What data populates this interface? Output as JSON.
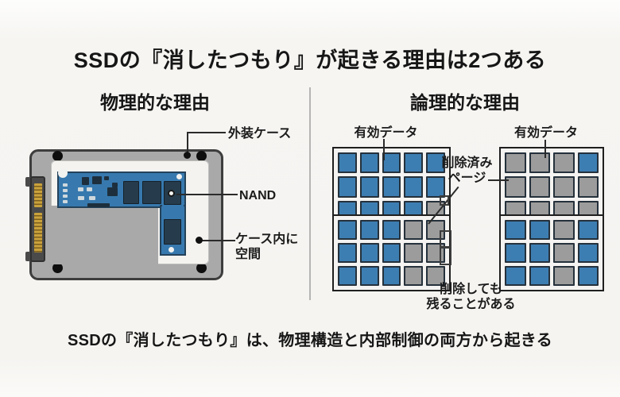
{
  "title": "SSDの『消したつもり』が起きる理由は2つある",
  "conclusion": "SSDの『消したつもり』は、物理構造と内部制御の両方から起きる",
  "physical": {
    "heading": "物理的な理由",
    "labels": {
      "outer_case": "外装ケース",
      "nand": "NAND",
      "space_line1": "ケース内に",
      "space_line2": "空間"
    }
  },
  "logical": {
    "heading": "論理的な理由",
    "labels": {
      "valid_left": "有効データ",
      "valid_right": "有効データ",
      "deleted_line1": "削除済み",
      "deleted_line2": "ページ",
      "remain_line1": "削除しても",
      "remain_line2": "残ることがある"
    },
    "legend": {
      "valid_color": "#3d7eb2",
      "deleted_color": "#9c9c9c"
    },
    "grids": {
      "left_top": [
        [
          "V",
          "V",
          "V",
          "V",
          "V"
        ],
        [
          "V",
          "V",
          "V",
          "V",
          "V"
        ],
        [
          "V",
          "V",
          "V",
          "V",
          "D"
        ]
      ],
      "left_bottom": [
        [
          "V",
          "V",
          "V",
          "D",
          "D"
        ],
        [
          "V",
          "V",
          "V",
          "D",
          "D"
        ],
        [
          "V",
          "V",
          "V",
          "D",
          "D"
        ]
      ],
      "right_top": [
        [
          "D",
          "D",
          "D",
          "V"
        ],
        [
          "D",
          "D",
          "D",
          "D"
        ],
        [
          "D",
          "D",
          "D",
          "D"
        ]
      ],
      "right_bottom": [
        [
          "V",
          "V",
          "D",
          "V"
        ],
        [
          "V",
          "V",
          "D",
          "V"
        ],
        [
          "V",
          "V",
          "D",
          "V"
        ]
      ]
    }
  }
}
